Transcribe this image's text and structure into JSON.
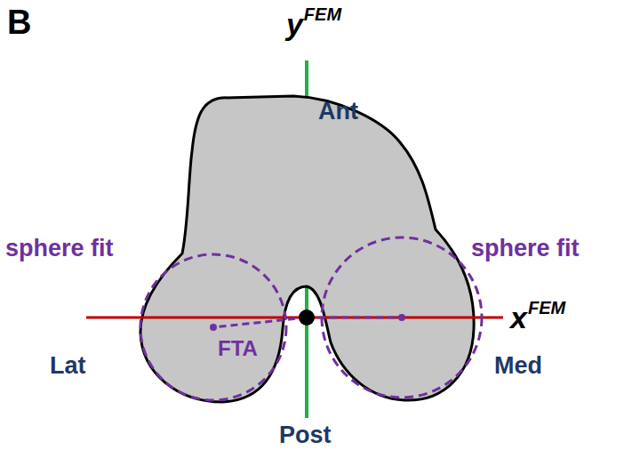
{
  "diagram": {
    "labels": [
      "B",
      "y",
      "FEM",
      "Ant",
      "sphere fit",
      "sphere fit",
      "x",
      "FEM",
      "Lat",
      "FTA",
      "Med",
      "Post"
    ]
  }
}
